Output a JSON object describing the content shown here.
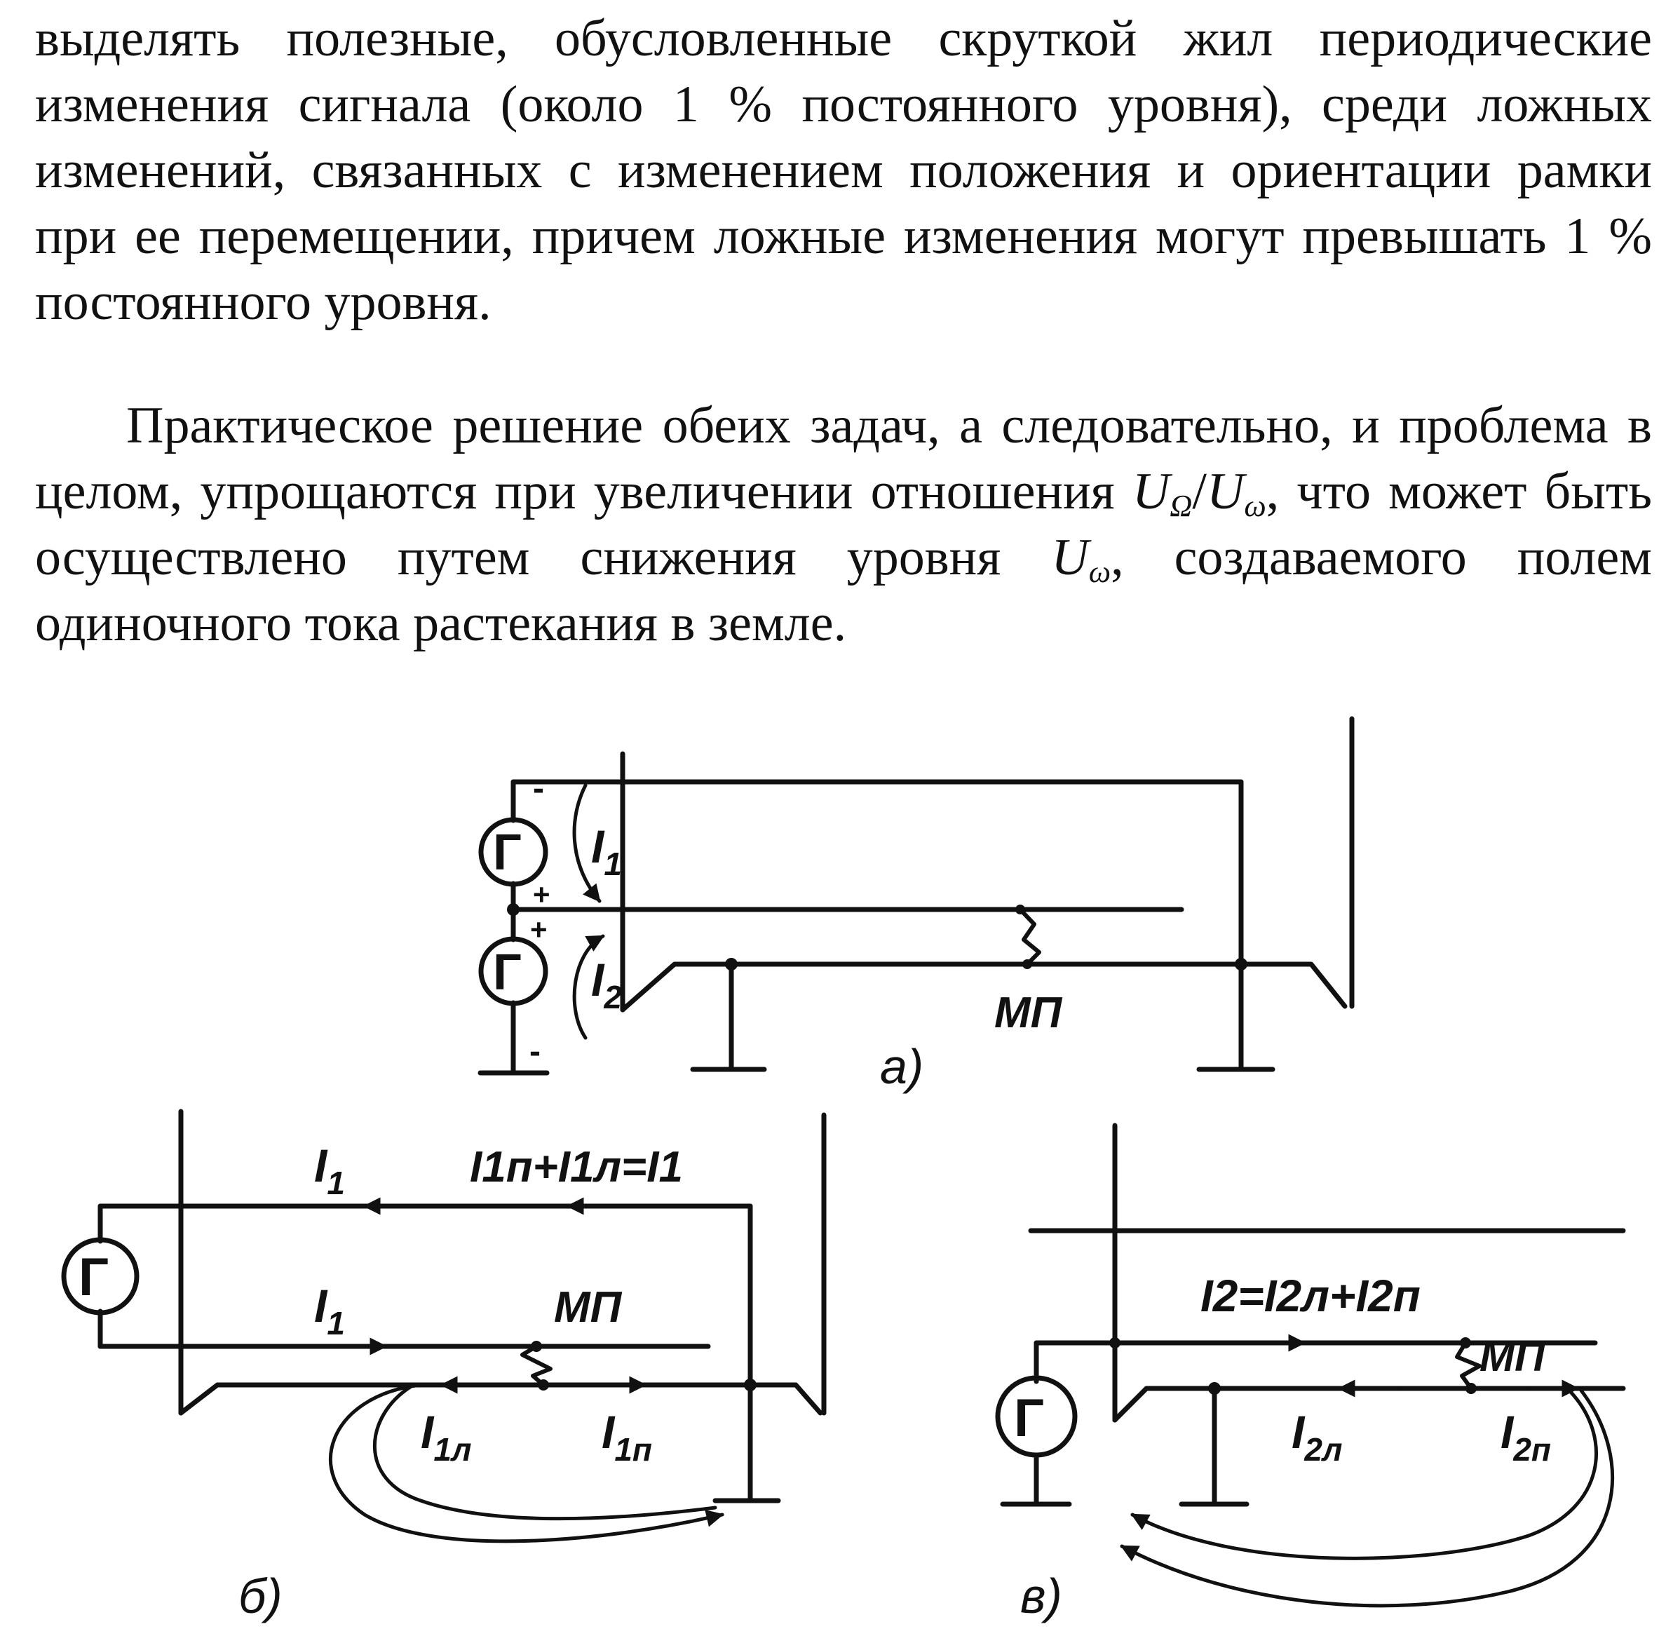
{
  "text": {
    "para1": "выделять полезные, обусловленные скруткой жил периодические изменения сигнала (около 1 % постоянного уровня), среди ложных изменений, связанных с изменением положения и ориентации рамки при ее перемещении, причем ложные изменения могут превышать 1 % постоянного уровня.",
    "para2_a": "Практическое решение обеих задач, а следовательно, и проблема в целом, упрощаются при увеличении отношения ",
    "para2_b": ", что может быть осуществлено путем снижения уровня ",
    "para2_c": ", создаваемого полем одиночного тока растекания в земле.",
    "u": "U",
    "sub_Omega": "Ω",
    "sub_omega": "ω",
    "slash": "/"
  },
  "figure": {
    "a": {
      "caption": "а)",
      "gen_upper": "Г",
      "gen_lower": "Г",
      "label_I1": "I",
      "label_I1_sub": "1",
      "label_I2": "I",
      "label_I2_sub": "2",
      "label_fault": "МП",
      "minus_top": "-",
      "plus_mid1": "+",
      "plus_mid2": "+",
      "minus_bottom": "-"
    },
    "b": {
      "caption": "б)",
      "gen": "Г",
      "top_left": "I",
      "top_left_sub": "1",
      "top_right_eq": "I1п+I1л=I1",
      "mid_left": "I",
      "mid_left_sub": "1",
      "label_fault": "МП",
      "bottom_left": "I",
      "bottom_left_sub": "1л",
      "bottom_right": "I",
      "bottom_right_sub": "1п"
    },
    "c": {
      "caption": "в)",
      "gen": "Г",
      "top_eq": "I2=I2л+I2п",
      "label_fault": "МП",
      "bottom_left": "I",
      "bottom_left_sub": "2л",
      "bottom_right": "I",
      "bottom_right_sub": "2п"
    }
  }
}
